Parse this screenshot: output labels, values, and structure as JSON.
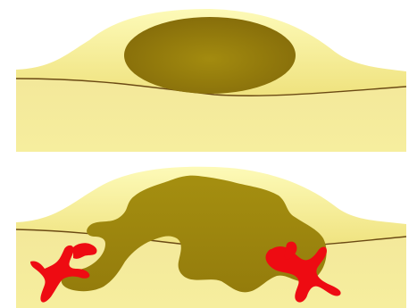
{
  "figure": {
    "panels": [
      {
        "id": "top",
        "stage": "circumscribed-lesion",
        "components": [
          "epithelium-layer",
          "basement-membrane",
          "dermis",
          "lesion-mass"
        ]
      },
      {
        "id": "bottom",
        "stage": "invasive-lesion",
        "components": [
          "epithelium-layer",
          "basement-membrane",
          "dermis",
          "lesion-mass",
          "blood-vessels"
        ]
      }
    ]
  },
  "colors": {
    "background": "#ffffff",
    "epithelium_light": "#fbf8a8",
    "epithelium_mid": "#efe27e",
    "dermis": "#f3e99b",
    "basement_membrane": "#6b4a14",
    "lesion_light": "#a58f10",
    "lesion_dark": "#846b0a",
    "vessel": "#ee0b12"
  }
}
